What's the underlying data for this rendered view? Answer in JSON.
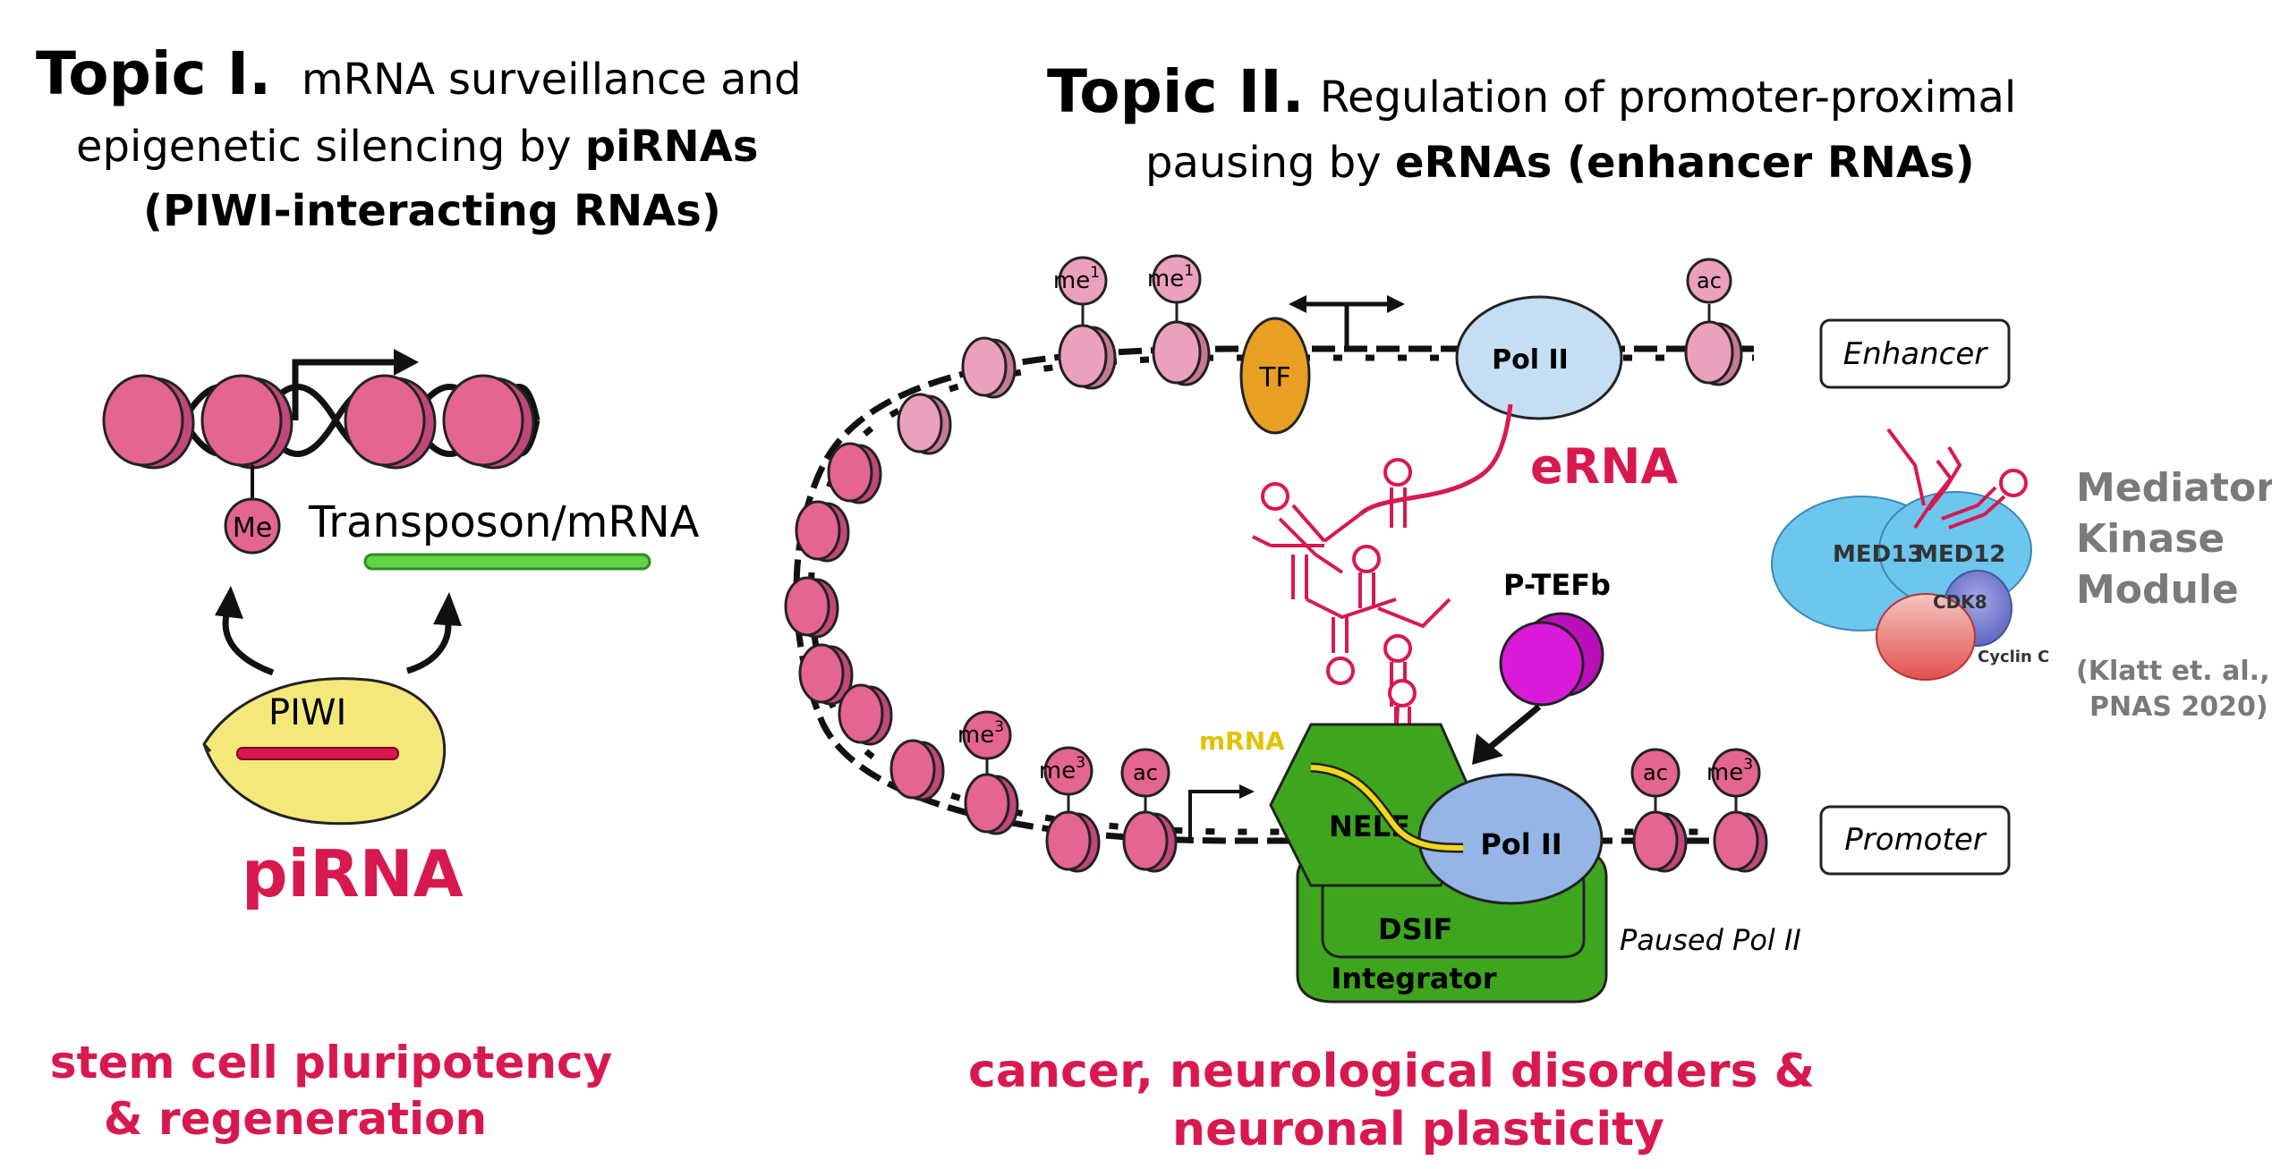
{
  "topic1": {
    "prefix": "Topic I.",
    "line1": "mRNA surveillance and",
    "line2_plain": "epigenetic silencing by ",
    "line2_bold": "piRNAs",
    "line3": "(PIWI-interacting RNAs)",
    "me_label": "Me",
    "transposon_label": "Transposon/mRNA",
    "piwi_label": "PIWI",
    "pirna_label": "piRNA",
    "outcome_line1": "stem cell pluripotency",
    "outcome_line2": "& regeneration"
  },
  "topic2": {
    "prefix": "Topic II.",
    "line1": "Regulation of promoter-proximal",
    "line2_plain": "pausing by ",
    "line2_bold": "eRNAs (enhancer RNAs)",
    "marks": {
      "me": "me",
      "sup1": "1",
      "sup3": "3",
      "ac": "ac"
    },
    "tf_label": "TF",
    "polii_enhancer": "Pol II",
    "erna_label": "eRNA",
    "enhancer_label": "Enhancer",
    "promoter_label": "Promoter",
    "ptefb_label": "P-TEFb",
    "mrna_label": "mRNA",
    "nelf_label": "NELF",
    "dsif_label": "DSIF",
    "integrator_label": "Integrator",
    "polii_promoter": "Pol II",
    "paused_label": "Paused Pol II",
    "outcome_line1": "cancer, neurological disorders &",
    "outcome_line2": "neuronal plasticity"
  },
  "mediator": {
    "title1": "Mediator",
    "title2": "Kinase",
    "title3": "Module",
    "med13": "MED13",
    "med12": "MED12",
    "cdk8": "CDK8",
    "cyclin": "Cyclin C",
    "ref1": "(Klatt et. al.,",
    "ref2": "PNAS 2020)"
  },
  "colors": {
    "nucleosome": "#e46492",
    "nucleosome_light": "#eba0bd",
    "accent_red": "#d8194f",
    "green_complex": "#3ea51f",
    "polii_light": "#c5def4",
    "polii_blue": "#94b5e6",
    "tf_orange": "#e89f23",
    "ptefb_magenta": "#d91ad9",
    "piwi_yellow": "#f5e87a",
    "transposon_green": "#61d249",
    "mediator_blue": "#6cc6ee",
    "mediator_text": "#7a7a7a"
  }
}
